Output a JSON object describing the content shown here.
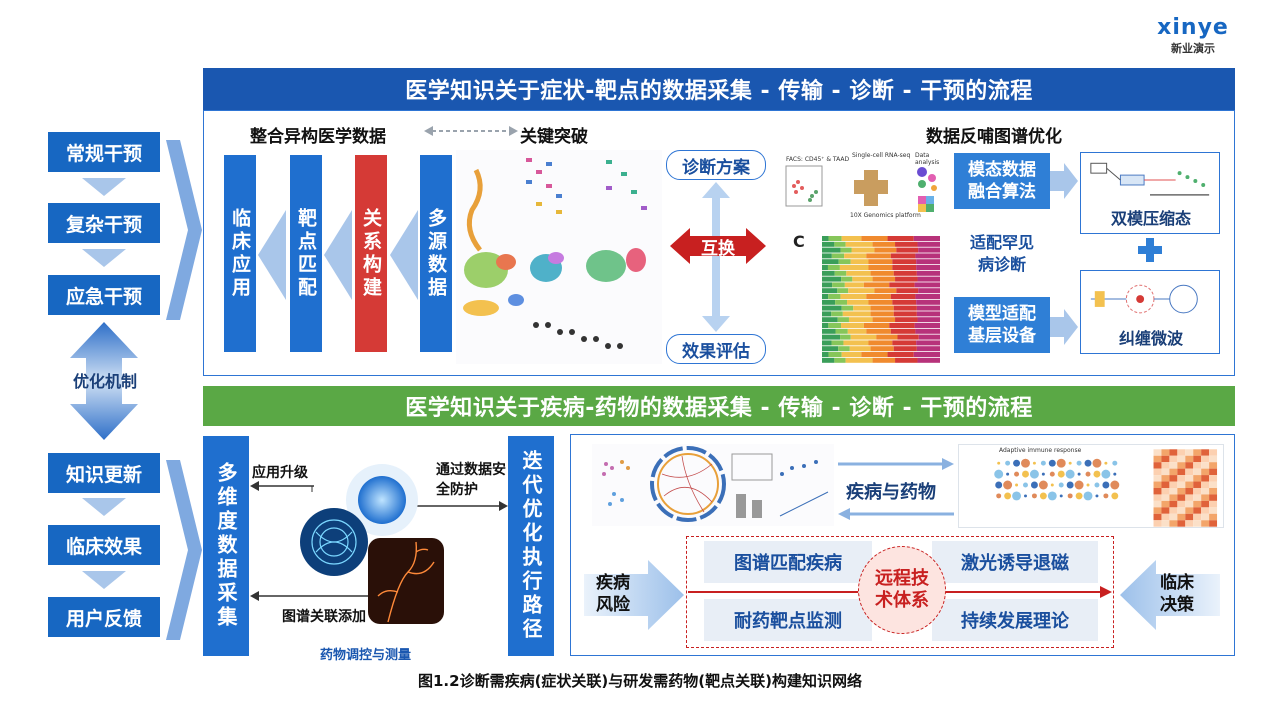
{
  "brand": {
    "logo_text": "xinye",
    "subtitle": "新业演示"
  },
  "left_sidebar": {
    "top_items": [
      "常规干预",
      "复杂干预",
      "应急干预"
    ],
    "mechanism_label": "优化机制",
    "bottom_items": [
      "知识更新",
      "临床效果",
      "用户反馈"
    ]
  },
  "top_section": {
    "title": "医学知识关于症状-靶点的数据采集 - 传输 - 诊断 - 干预的流程",
    "header_left": "整合异构医学数据",
    "header_mid": "关键突破",
    "header_right": "数据反哺图谱优化",
    "vertical_bars": [
      "临床应用",
      "靶点匹配",
      "关系构建",
      "多源数据"
    ],
    "diagnosis_label": "诊断方案",
    "exchange_label": "互换",
    "effect_label": "效果评估",
    "mini_figure_labels": {
      "chart_letter": "C",
      "facs": "FACS: CD45⁺ & TAAD",
      "sc": "Single-cell RNA-seq",
      "da": "Data analysis",
      "genomics": "10X Genomics platform"
    },
    "opt_boxes": [
      "模态数据融合算法",
      "适配罕见病诊断",
      "模型适配基层设备"
    ],
    "result_boxes": [
      "双模压缩态",
      "纠缠微波"
    ]
  },
  "bottom_section": {
    "title": "医学知识关于疾病-药物的数据采集 - 传输 - 诊断 - 干预的流程",
    "left_bar": "多维度数据采集",
    "right_bar": "迭代优化执行路径",
    "app_upgrade": "应用升级",
    "secure_transfer": "通过数据安全防护",
    "graph_add": "图谱关联添加",
    "drug_control": "药物调控与测量",
    "disease_drug": "疾病与药物",
    "heatmap_title": "Adaptive immune response",
    "system_boxes": [
      "图谱匹配疾病",
      "激光诱导退磁",
      "耐药靶点监测",
      "持续发展理论"
    ],
    "center_label": "远程技术体系",
    "left_arrow_label": "疾病风险",
    "right_arrow_label": "临床决策"
  },
  "caption": "图1.2诊断需疾病(症状关联)与研发需药物(靶点关联)构建知识网络",
  "colors": {
    "primary": "#1767c2",
    "green": "#5aa845",
    "red": "#d53a36",
    "accent_red": "#c82020"
  }
}
